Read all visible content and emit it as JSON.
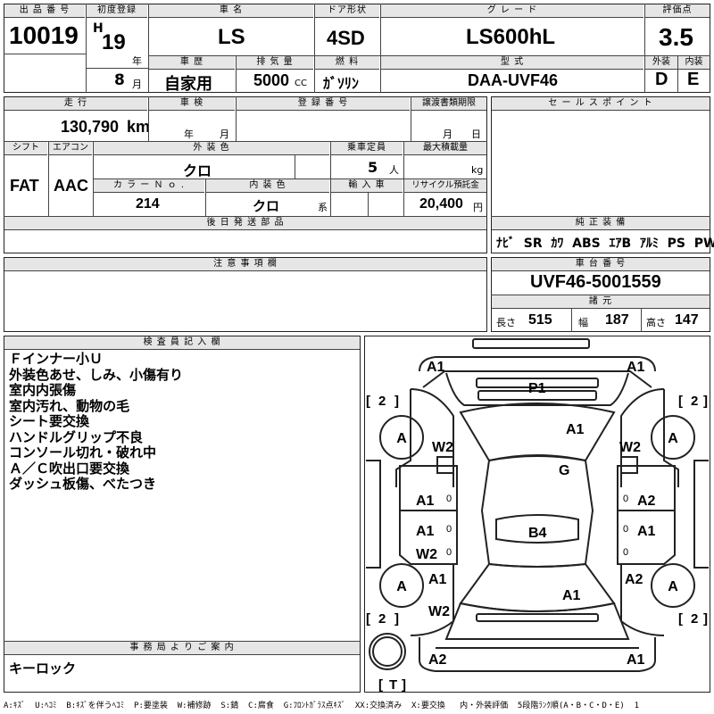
{
  "headers": {
    "lot_no": "出 品 番 号",
    "first_reg": "初度登録",
    "car_name": "車 名",
    "door": "ドア形状",
    "grade": "グ レ ー ド",
    "score": "評価点",
    "history": "車 歴",
    "displacement": "排 気 量",
    "fuel": "燃 料",
    "model_code": "型 式",
    "exterior": "外装",
    "interior": "内装",
    "mileage": "走 行",
    "inspection": "車 検",
    "reg_no": "登 録 番 号",
    "transfer_deadline": "譲渡書類期限",
    "sales_point": "セ ー ル ス ポ イ ン ト",
    "shift": "シフト",
    "aircon": "エアコン",
    "ext_color": "外 装 色",
    "capacity": "乗車定員",
    "max_load": "最大積載量",
    "color_no": "カ ラ ー Ｎ ｏ .",
    "int_color": "内 装 色",
    "import": "輸 入 車",
    "recycle": "リサイクル預託金",
    "later_parts": "後 日 発 送 部 品",
    "genuine": "純 正 装 備",
    "notes": "注 意 事 項 欄",
    "chassis": "車 台 番 号",
    "specs": "諸 元",
    "inspector": "検 査 員 記 入 欄",
    "office": "事 務 局 よ り ご 案 内"
  },
  "vehicle": {
    "lot_no": "10019",
    "era": "H",
    "year": "19",
    "year_unit": "年",
    "month": "8",
    "month_unit": "月",
    "car_name": "LS",
    "door": "4SD",
    "grade": "LS600hL",
    "score": "3.5",
    "history": "自家用",
    "displacement": "5000",
    "displacement_unit": "CC",
    "fuel": "ｶﾞｿﾘﾝ",
    "model_code": "DAA-UVF46",
    "exterior_grade": "D",
    "interior_grade": "E",
    "mileage": "130,790",
    "mileage_unit": "km",
    "insp_year_unit": "年",
    "insp_month_unit": "月",
    "deadline_month_unit": "月",
    "deadline_day_unit": "日",
    "shift": "FAT",
    "aircon": "AAC",
    "ext_color": "クロ",
    "capacity": "5",
    "capacity_unit": "人",
    "max_load_unit": "kg",
    "color_no": "214",
    "int_color": "クロ",
    "int_color_suffix": "系",
    "recycle": "20,400",
    "recycle_unit": "円",
    "genuine_equipment": "ﾅﾋﾞ  SR  ｶﾜ  ABS  ｴｱB  ｱﾙﾐ  PS  PW",
    "chassis_no": "UVF46-5001559",
    "length_label": "長さ",
    "length": "515",
    "width_label": "幅",
    "width": "187",
    "height_label": "高さ",
    "height": "147"
  },
  "inspector_notes": [
    "Ｆインナー小Ｕ",
    "外装色あせ、しみ、小傷有り",
    "室内内張傷",
    "室内汚れ、動物の毛",
    "シート要交換",
    "ハンドルグリップ不良",
    "コンソール切れ・破れ中",
    "Ａ／Ｃ吹出口要交換",
    "ダッシュ板傷、べたつき"
  ],
  "office_note": "キーロック",
  "legend": "A:ｷｽﾞ  U:ﾍｺﾐ  B:ｷｽﾞを伴うﾍｺﾐ  P:要塗装  W:補修跡  S:錆  C:腐食  G:ﾌﾛﾝﾄｶﾞﾗｽ点ｷｽﾞ  XX:交換済み  X:要交換   内・外装評価  5段階ﾗﾝｸ順(A・B・C・D・E)  1",
  "diagram_marks": {
    "front_left": "A1",
    "front_right": "A1",
    "roof_front": "P1",
    "hood": "A1",
    "windshield": "G",
    "wheel_fl": "A",
    "wheel_fr": "A",
    "fender_fl": "W2",
    "fender_fr": "W2",
    "door_fl": "A1",
    "door_fr": "A2",
    "door_rl": "A1",
    "door_rr": "A1",
    "pillar_l": "W2",
    "roof": "B4",
    "wheel_rl": "A",
    "wheel_rr": "A",
    "quarter_l": "A1",
    "quarter_r": "A2",
    "rear_fender_l": "W2",
    "trunk": "A1",
    "rear_left": "A2",
    "rear_right": "A1",
    "tire_fl": "2",
    "tire_fr": "2",
    "tire_rl": "2",
    "tire_rr": "2",
    "spare": "T",
    "zero_a": "0",
    "zero_b": "0",
    "zero_c": "0",
    "zero_d": "0",
    "zero_e": "0",
    "zero_f": "0"
  }
}
